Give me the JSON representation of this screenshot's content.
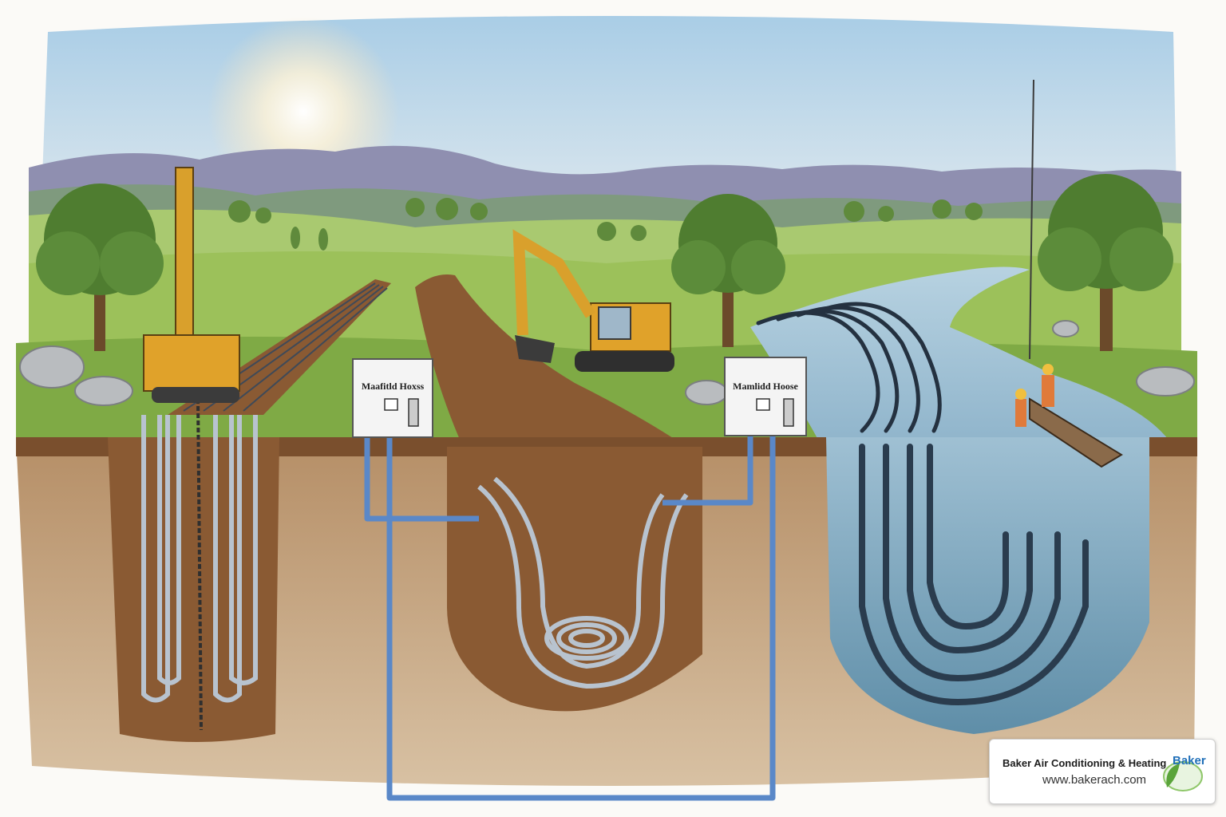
{
  "scene": {
    "manifold_left_label": "Maafitld Hoxss",
    "manifold_right_label": "Mamlidd Hoose"
  },
  "brand": {
    "name": "Baker Air Conditioning & Heating",
    "url": "www.bakerach.com",
    "logo_text": "Baker"
  },
  "colors": {
    "sky_top": "#b8d6ea",
    "sky_glow": "#f6d9a8",
    "grass": "#9cc15a",
    "soil": "#c3a27c",
    "trench": "#8a5a33",
    "water": "#7fa7bf",
    "pipe": "#a9b6c4",
    "supply_pipe": "#5a88c8",
    "machine": "#e0a22a"
  }
}
